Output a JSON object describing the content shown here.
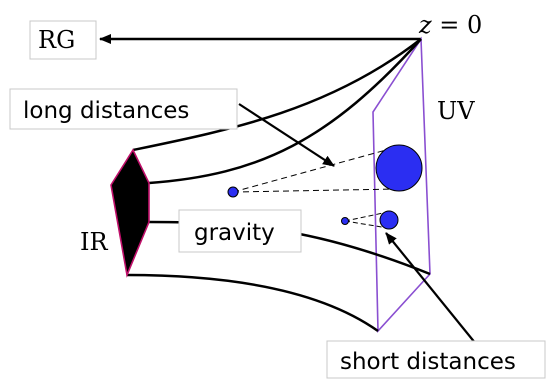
{
  "labels": {
    "rg": "RG",
    "z_var": "z",
    "z_rest": " = 0",
    "uv": "UV",
    "long_distances": "long distances",
    "gravity": "gravity",
    "ir": "IR",
    "short_distances": "short distances"
  },
  "colors": {
    "ink": "#000000",
    "uv_plane": "#8a4fd1",
    "ir_edge": "#c0106a",
    "ir_fill": "#000000",
    "disc_fill": "#2b2ef2",
    "box_border": "#c8c8c8",
    "box_fill": "#ffffff"
  }
}
